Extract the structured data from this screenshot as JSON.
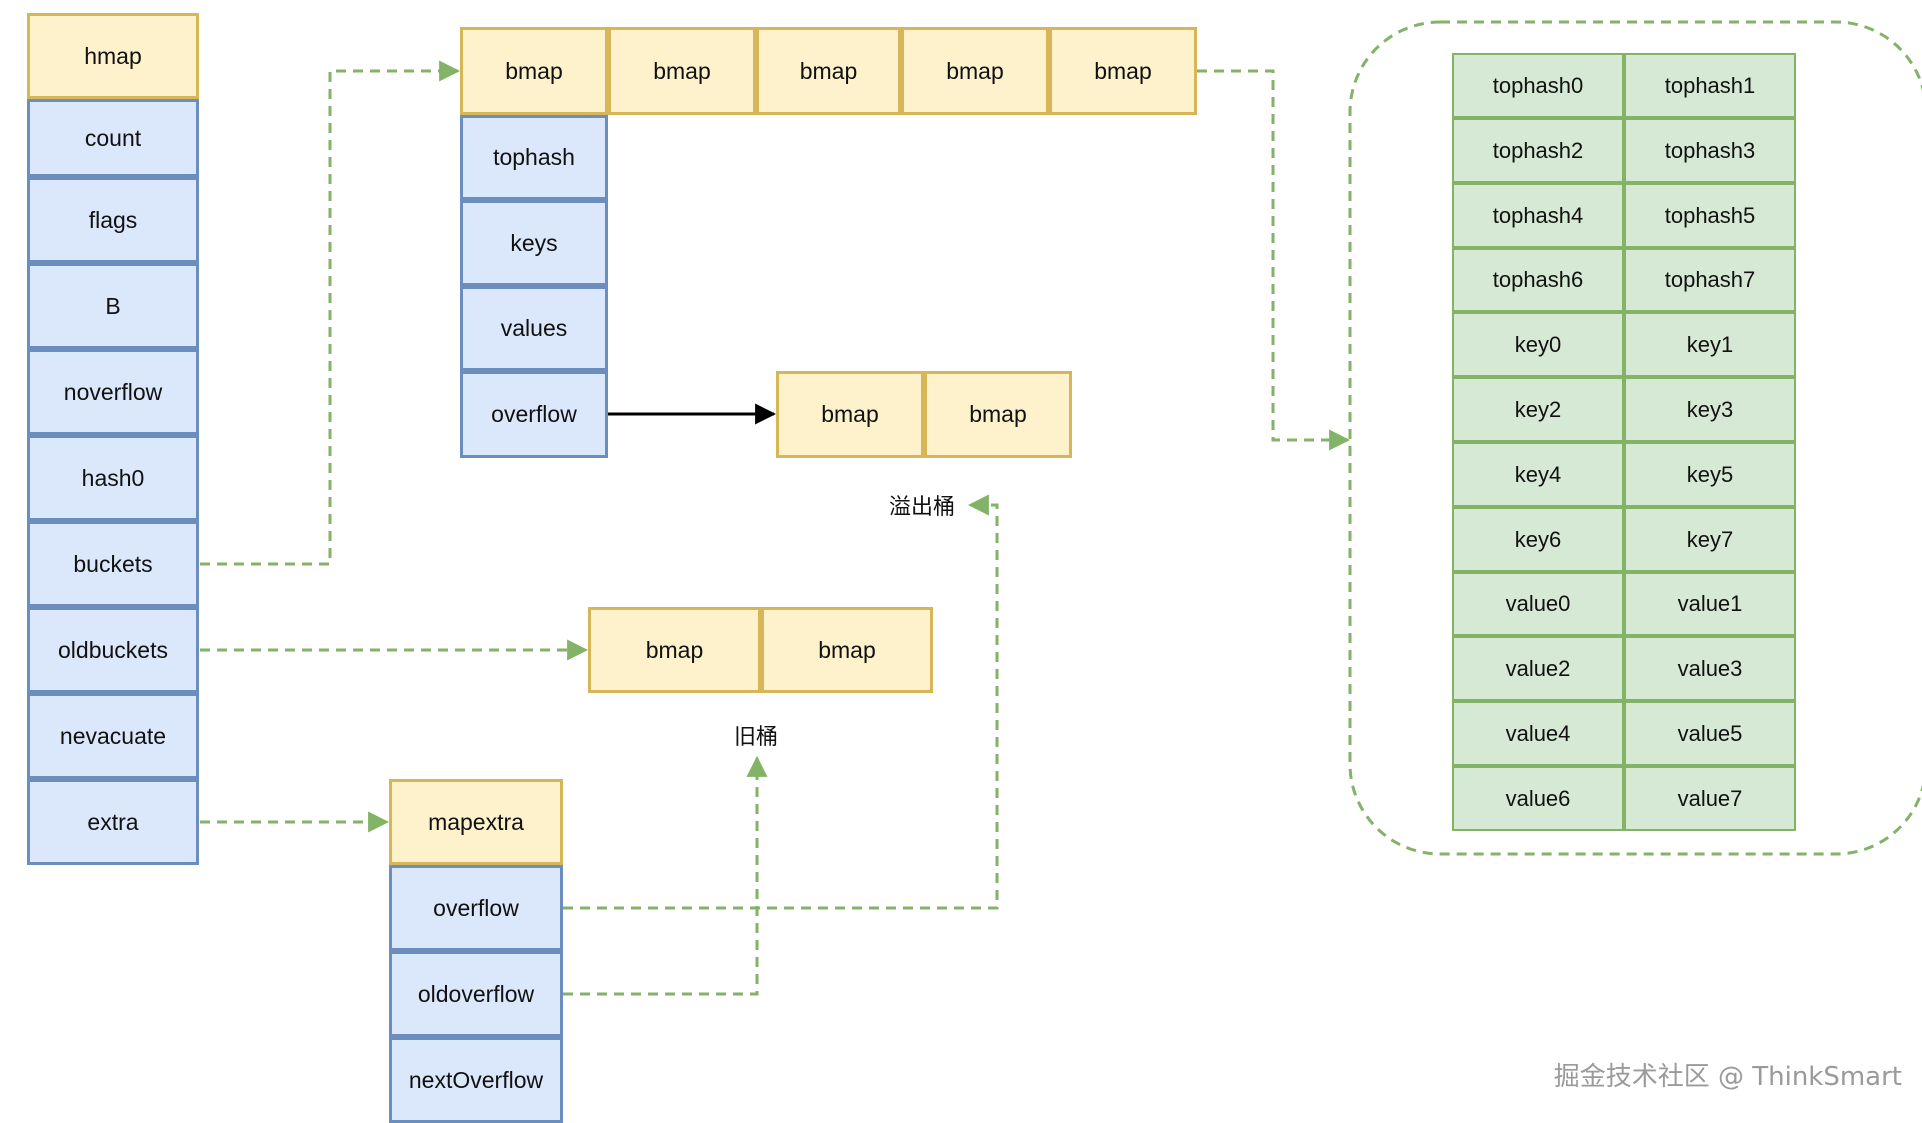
{
  "hmap": {
    "title": "hmap",
    "fields": [
      "count",
      "flags",
      "B",
      "noverflow",
      "hash0",
      "buckets",
      "oldbuckets",
      "nevacuate",
      "extra"
    ]
  },
  "buckets_row": [
    "bmap",
    "bmap",
    "bmap",
    "bmap",
    "bmap"
  ],
  "bmap_fields": [
    "tophash",
    "keys",
    "values",
    "overflow"
  ],
  "overflow_buckets": [
    "bmap",
    "bmap"
  ],
  "overflow_label": "溢出桶",
  "old_buckets": [
    "bmap",
    "bmap"
  ],
  "old_label": "旧桶",
  "mapextra": {
    "title": "mapextra",
    "fields": [
      "overflow",
      "oldoverflow",
      "nextOverflow"
    ]
  },
  "bucket_detail": [
    [
      "tophash0",
      "tophash1"
    ],
    [
      "tophash2",
      "tophash3"
    ],
    [
      "tophash4",
      "tophash5"
    ],
    [
      "tophash6",
      "tophash7"
    ],
    [
      "key0",
      "key1"
    ],
    [
      "key2",
      "key3"
    ],
    [
      "key4",
      "key5"
    ],
    [
      "key6",
      "key7"
    ],
    [
      "value0",
      "value1"
    ],
    [
      "value2",
      "value3"
    ],
    [
      "value4",
      "value5"
    ],
    [
      "value6",
      "value7"
    ]
  ],
  "watermark": "掘金技术社区 @ ThinkSmart",
  "colors": {
    "yellow_fill": "#fdf2cc",
    "yellow_border": "#d6b656",
    "blue_fill": "#dbe7fb",
    "blue_border": "#6c8ebf",
    "green_fill": "#d6e9d4",
    "green_border": "#82b366",
    "dashed_arrow": "#82b366"
  }
}
